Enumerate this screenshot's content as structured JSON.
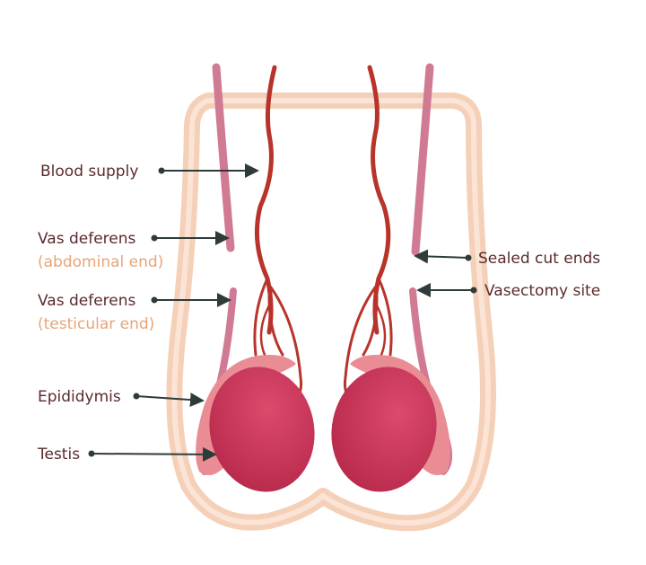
{
  "labels": {
    "blood_supply": "Blood supply",
    "vas_abdominal": "Vas deferens",
    "vas_abdominal_sub": "(abdominal end)",
    "vas_testicular": "Vas deferens",
    "vas_testicular_sub": "(testicular end)",
    "epididymis": "Epididymis",
    "testis": "Testis",
    "sealed_cut_ends": "Sealed cut ends",
    "vasectomy_site": "Vasectomy site"
  },
  "colors": {
    "label_text": "#5b2a2c",
    "sub_text": "#e7a577",
    "skin_outline": "#f5d0b8",
    "vas_deferens": "#d07a93",
    "blood_vessel": "#b8332a",
    "testis": "#c9385a",
    "epididymis": "#e98c94",
    "pointer": "#2f3b3a"
  }
}
